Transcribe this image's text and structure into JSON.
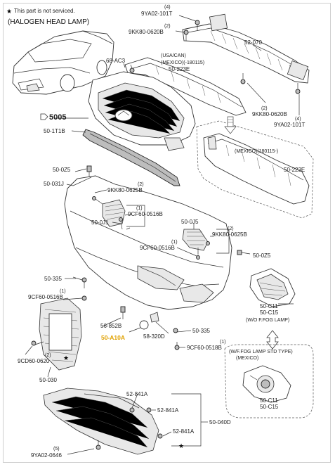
{
  "header": {
    "note": "This part is not serviced.",
    "title": "(HALOGEN HEAD LAMP)"
  },
  "callouts": {
    "c_9ya02_101t_top": "9YA02-101T",
    "q_4_top": "(4)",
    "c_9kk80_0620b_top": "9KK80-0620B",
    "q_2_top": "(2)",
    "c_52_070": "52-070",
    "c_68_ac3": "68-AC3",
    "c_usa_can": "(USA/CAN)",
    "c_mexico_180115": "(MEXICO)(-180115)",
    "c_50_223e_top": "50-223E",
    "c_9kk80_0620b_right": "9KK80-0620B",
    "q_2_right": "(2)",
    "c_9ya02_101t_right": "9YA02-101T",
    "q_4_right": "(4)",
    "c_5005": "5005",
    "c_50_1t1b": "50-1T1B",
    "c_mexico_180115_b": "(MEXICO)(180115-)",
    "c_50_223e_bottom": "50-223E",
    "c_50_0z5_left": "50-0Z5",
    "c_50_031j": "50-031J",
    "c_9kk80_0625b_left": "9KK80-0625B",
    "q_2_mid": "(2)",
    "c_9cf60_0516b_mid": "9CF60-0516B",
    "q_1_mid": "(1)",
    "c_50_0j1": "50-0J1",
    "c_50_0j5": "50-0J5",
    "c_9kk80_0625b_right": "9KK80-0625B",
    "q_2_right2": "(2)",
    "c_9cf60_0516b_right": "9CF60-0516B",
    "q_1_right": "(1)",
    "c_50_0z5_right": "50-0Z5",
    "c_50_335_left": "50-335",
    "c_9cf60_0516b_left": "9CF60-0516B",
    "q_1_left": "(1)",
    "c_56_852b": "56-852B",
    "c_50_a10a": "50-A10A",
    "c_58_320d": "58-320D",
    "c_50_335_right": "50-335",
    "c_9cf60_0518b": "9CF60-0518B",
    "q_1_lower": "(1)",
    "c_50_c11_a": "50-C11",
    "c_50_c15_a": "50-C15",
    "wo_fog": "(W/O F.FOG LAMP)",
    "wf_fog": "(W/F.FOG LAMP STD TYPE)",
    "wf_fog_mexico": "(MEXICO)",
    "c_50_c11_b": "50-C11",
    "c_50_c15_b": "50-C15",
    "q_2_lower": "(2)",
    "c_9cd60_0620": "9CD60-0620",
    "c_50_030": "50-030",
    "c_52_841a_top": "52-841A",
    "c_52_841a_mid": "52-841A",
    "c_52_841a_low": "52-841A",
    "c_50_040d": "50-040D",
    "c_9ya02_0646": "9YA02-0646",
    "q_5": "(5)"
  }
}
